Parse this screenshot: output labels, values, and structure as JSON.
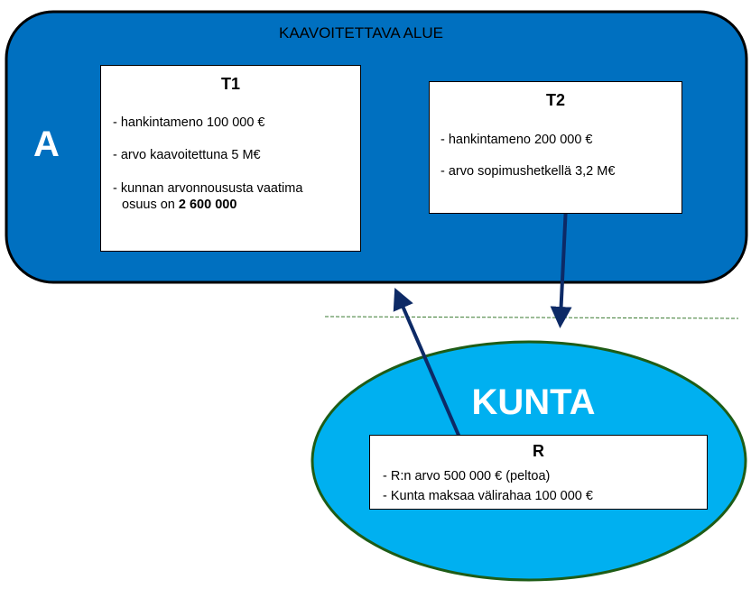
{
  "area": {
    "title": "KAAVOITETTAVA ALUE",
    "label": "A",
    "color": "#0070C0"
  },
  "t1": {
    "title": "T1",
    "items": [
      "- hankintameno 100 000 €",
      "- arvo kaavoitettuna 5 M€"
    ],
    "item3_prefix": "- kunnan arvonnousu­sta vaatima",
    "item3_line2": "osuus on ",
    "item3_bold": "2 600 000"
  },
  "t2": {
    "title": "T2",
    "items": [
      "- hankintameno 200 000 €",
      "- arvo sopimushetkellä 3,2 M€"
    ]
  },
  "kunta": {
    "label": "KUNTA",
    "color": "#00B0F0",
    "border": "#1E5C16"
  },
  "r": {
    "title": "R",
    "items": [
      "- R:n arvo 500 000 € (peltoa)",
      "- Kunta maksaa välirahaa 100 000 €"
    ]
  },
  "arrow_color": "#0D2A66"
}
